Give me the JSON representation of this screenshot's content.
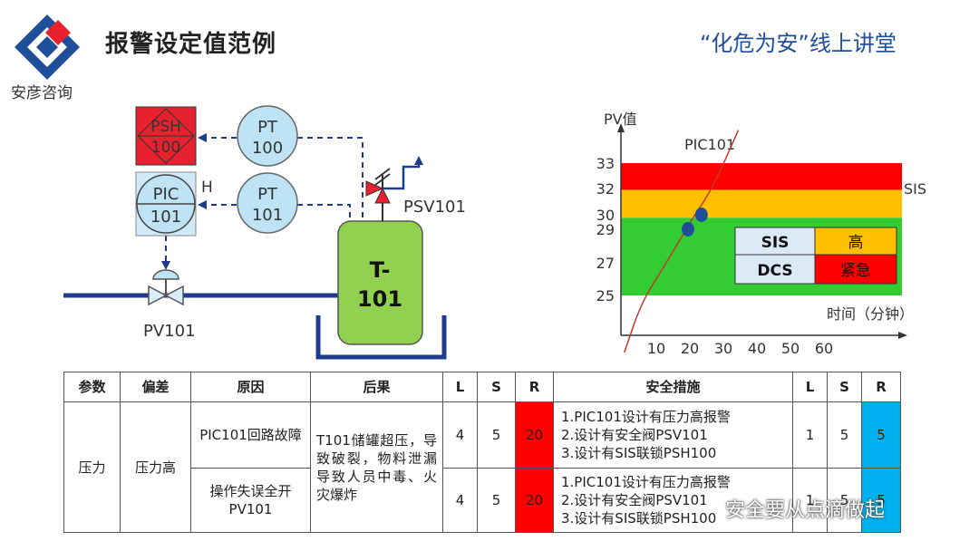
{
  "header": {
    "title": "报警设定值范例",
    "slogan": "“化危为安”线上讲堂",
    "company": "安彦咨询"
  },
  "colors": {
    "brand_blue": "#1f4e9a",
    "logo_red": "#e8212e",
    "alarm_red": "#ff0000",
    "alarm_orange": "#ffc000",
    "normal_green": "#33cc33",
    "pipe_blue": "#1f3b8c",
    "tank_green": "#92d050",
    "instrument_blue": "#bde3f5",
    "low_risk_blue": "#00b0f0"
  },
  "diagram": {
    "psh_tag": "PSH",
    "psh_num": "100",
    "pt1_tag": "PT",
    "pt1_num": "100",
    "pic_tag": "PIC",
    "pic_num": "101",
    "h_label": "H",
    "pt2_tag": "PT",
    "pt2_num": "101",
    "psv_label": "PSV101",
    "tank_line1": "T-",
    "tank_line2": "101",
    "pv_label": "PV101"
  },
  "chart_data": {
    "type": "area",
    "ylabel": "PV值",
    "xlabel": "时间（分钟）",
    "series_label": "PIC101",
    "x_ticks": [
      10,
      20,
      30,
      40,
      50,
      60
    ],
    "y_ticks": [
      25,
      27,
      29,
      30,
      32,
      33
    ],
    "bands": [
      {
        "from": 25,
        "to": 29.8,
        "color": "#33cc33"
      },
      {
        "from": 29.8,
        "to": 31.9,
        "color": "#ffc000"
      },
      {
        "from": 31.9,
        "to": 33.0,
        "color": "#ff0000"
      }
    ],
    "band_label": "SIS",
    "curve": [
      [
        1,
        21.5
      ],
      [
        6,
        24.5
      ],
      [
        12,
        26.5
      ],
      [
        18,
        28.5
      ],
      [
        22,
        30
      ],
      [
        26,
        31.5
      ],
      [
        30,
        32.8
      ],
      [
        35,
        34.3
      ]
    ],
    "points": [
      [
        20,
        29
      ],
      [
        24,
        30
      ]
    ],
    "legend": [
      {
        "system": "SIS",
        "level": "高",
        "color": "#ffc000"
      },
      {
        "system": "DCS",
        "level": "紧急",
        "color": "#ff0000"
      }
    ]
  },
  "table": {
    "headers": [
      "参数",
      "偏差",
      "原因",
      "后果",
      "L",
      "S",
      "R",
      "安全措施",
      "L",
      "S",
      "R"
    ],
    "parameter": "压力",
    "deviation": "压力高",
    "consequence": "T101储罐超压，导致破裂，物料泄漏导致人员中毒、火灾爆炸",
    "rows": [
      {
        "cause": "PIC101回路故障",
        "L": "4",
        "S": "5",
        "R": "20",
        "measures": [
          "1.PIC101设计有压力高报警",
          "2.设计有安全阀PSV101",
          "3.设计有SIS联锁PSH100"
        ],
        "L2": "1",
        "S2": "5",
        "R2": "5"
      },
      {
        "cause": "操作失误全开PV101",
        "L": "4",
        "S": "5",
        "R": "20",
        "measures": [
          "1.PIC101设计有压力高报警",
          "2.设计有安全阀PSV101",
          "3.设计有SIS联锁PSH100"
        ],
        "L2": "1",
        "S2": "5",
        "R2": "5"
      }
    ]
  },
  "watermark": "安全要从点滴做起"
}
